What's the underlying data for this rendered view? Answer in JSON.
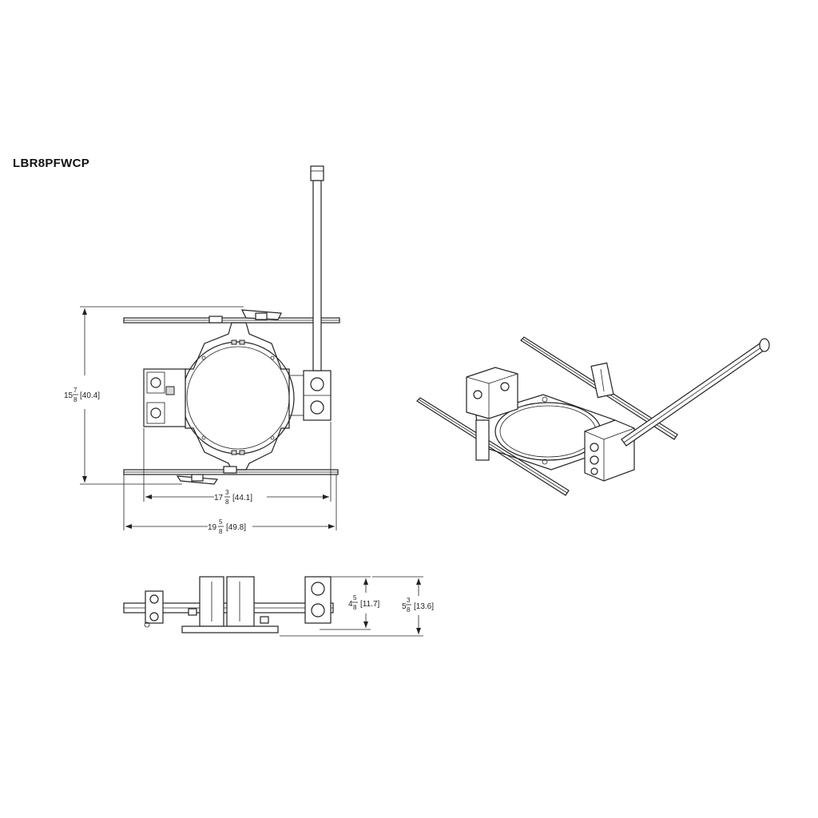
{
  "title": "LBR8PFWCP",
  "dimensions": {
    "height": {
      "whole": "15",
      "num": "7",
      "den": "8",
      "metric": "[40.4]"
    },
    "inner_width": {
      "whole": "17",
      "num": "3",
      "den": "8",
      "metric": "[44.1]"
    },
    "outer_width": {
      "whole": "19",
      "num": "5",
      "den": "8",
      "metric": "[49.8]"
    },
    "depth_a": {
      "whole": "4",
      "num": "5",
      "den": "8",
      "metric": "[11.7]"
    },
    "depth_b": {
      "whole": "5",
      "num": "3",
      "den": "8",
      "metric": "[13.6]"
    }
  }
}
